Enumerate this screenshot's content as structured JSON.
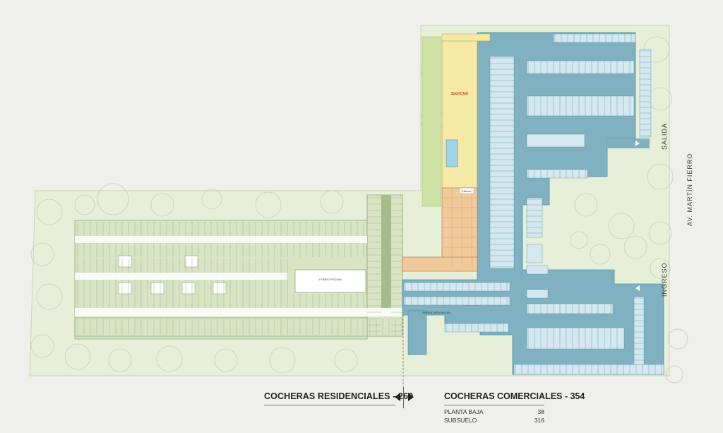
{
  "map": {
    "street_label": "AV. MARTÍN FIERRO",
    "exit_label": "SALIDA",
    "entry_label": "INGRESO",
    "pool_label": "FONDO PISCINA",
    "residential_access_label": "INGRESO RESIDENCIAL",
    "brand_labels": [
      "SportClub",
      "Hiltoun"
    ],
    "colors": {
      "background": "#efefec",
      "lawn": "#e7efd8",
      "lawn_outline": "#c7d6b0",
      "residential_parking": "#d8e4c4",
      "residential_lane": "#ffffff",
      "commercial_parking": "#7fb1c0",
      "commercial_space": "#d6e8ef",
      "gym": "#f5e9a6",
      "commercial_building": "#f2c99a",
      "strip": "#cfe3a6",
      "tree_outline": "#c4cfc0"
    }
  },
  "legend": {
    "residential": "COCHERAS RESIDENCIALES - 260",
    "commercial": "COCHERAS COMERCIALES - 354",
    "rows": [
      {
        "label": "PLANTA BAJA",
        "value": "38"
      },
      {
        "label": "SUBSUELO",
        "value": "316"
      }
    ]
  }
}
